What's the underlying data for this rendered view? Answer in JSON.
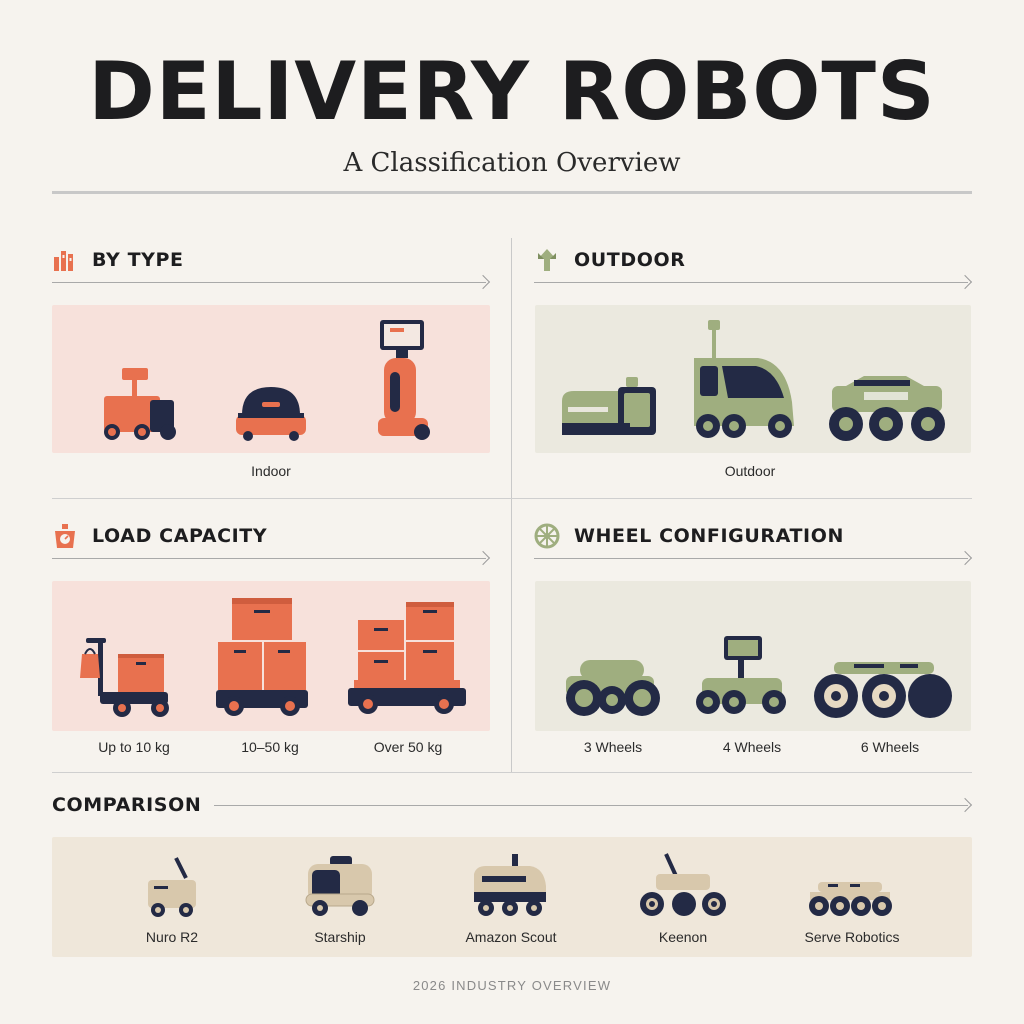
{
  "header": {
    "title": "DELIVERY ROBOTS",
    "subtitle": "A Classification Overview"
  },
  "sections": {
    "by_type": {
      "label": "BY TYPE",
      "icon": "building-icon",
      "caption": "Indoor"
    },
    "outdoor": {
      "label": "OUTDOOR",
      "icon": "direction-arrows-icon",
      "caption": "Outdoor"
    },
    "load_capacity": {
      "label": "LOAD CAPACITY",
      "icon": "scale-icon",
      "captions": [
        "Up to 10 kg",
        "10–50 kg",
        "Over 50 kg"
      ]
    },
    "wheel_configuration": {
      "label": "WHEEL CONFIGURATION",
      "icon": "wheel-icon",
      "captions": [
        "3 Wheels",
        "4 Wheels",
        "6 Wheels"
      ]
    },
    "comparison": {
      "label": "COMPARISON",
      "robots": [
        "Nuro R2",
        "Starship",
        "Amazon Scout",
        "Keenon",
        "Serve Robotics"
      ]
    }
  },
  "colors": {
    "coral": "#e8714f",
    "sage": "#9fae7f",
    "navy": "#232a45",
    "tan": "#d8c8ac"
  },
  "footer": {
    "text": "2026 INDUSTRY OVERVIEW"
  }
}
